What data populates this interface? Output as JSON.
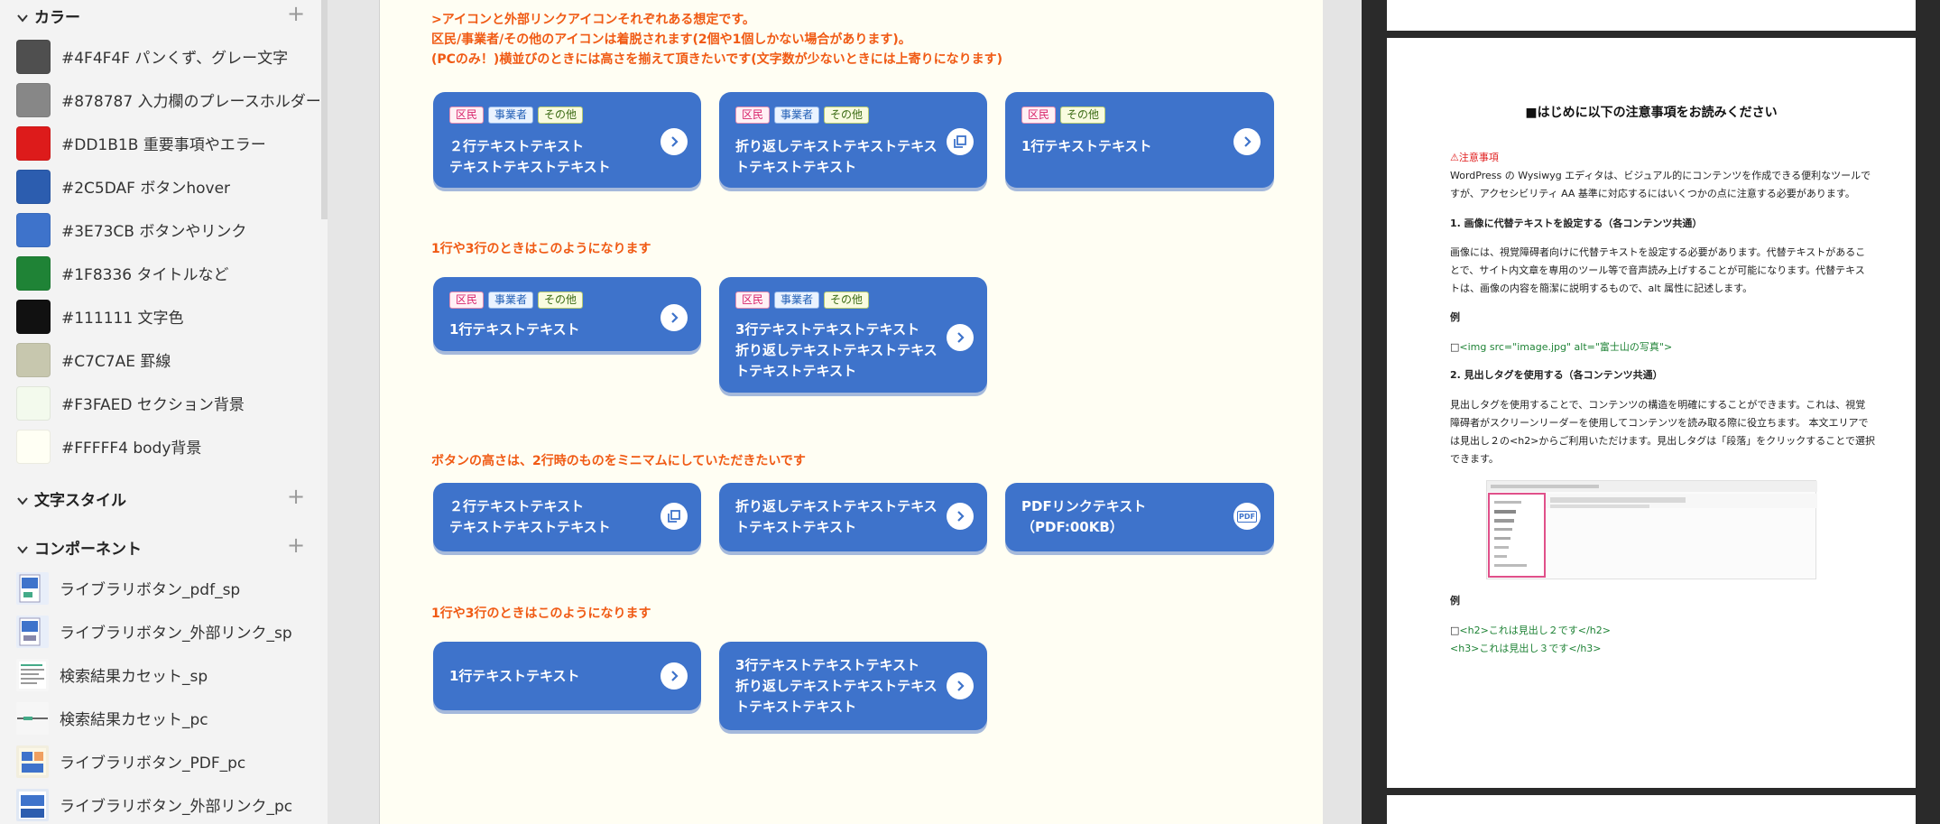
{
  "sidebar": {
    "color_section": {
      "label": "カラー"
    },
    "colors": [
      {
        "hex": "#4F4F4F",
        "label": "#4F4F4F パンくず、グレー文字"
      },
      {
        "hex": "#878787",
        "label": "#878787 入力欄のプレースホルダー"
      },
      {
        "hex": "#DD1B1B",
        "label": "#DD1B1B 重要事項やエラー"
      },
      {
        "hex": "#2C5DAF",
        "label": "#2C5DAF ボタンhover"
      },
      {
        "hex": "#3E73CB",
        "label": "#3E73CB ボタンやリンク"
      },
      {
        "hex": "#1F8336",
        "label": "#1F8336 タイトルなど"
      },
      {
        "hex": "#111111",
        "label": "#111111 文字色"
      },
      {
        "hex": "#C7C7AE",
        "label": "#C7C7AE 罫線"
      },
      {
        "hex": "#F3FAED",
        "label": "#F3FAED セクション背景"
      },
      {
        "hex": "#FFFFF4",
        "label": "#FFFFF4 body背景"
      }
    ],
    "text_style_section": {
      "label": "文字スタイル"
    },
    "component_section": {
      "label": "コンポーネント"
    },
    "components": [
      {
        "label": "ライブラリボタン_pdf_sp"
      },
      {
        "label": "ライブラリボタン_外部リンク_sp"
      },
      {
        "label": "検索結果カセット_sp"
      },
      {
        "label": "検索結果カセット_pc"
      },
      {
        "label": "ライブラリボタン_PDF_pc"
      },
      {
        "label": "ライブラリボタン_外部リンク_pc"
      }
    ]
  },
  "canvas": {
    "notes": {
      "n1": ">アイコンと外部リンクアイコンそれぞれある想定です。",
      "n2": "区民/事業者/その他のアイコンは着脱されます(2個や1個しかない場合があります)。",
      "n3": "(PCのみ！)横並びのときには高さを揃えて頂きたいです(文字数が少ないときには上寄りになります)",
      "n4": "1行や3行のときはこのようになります",
      "n5": "ボタンの高さは、2行時のものをミニマムにしていただきたいです",
      "n6": "1行や3行のときはこのようになります"
    },
    "tags": {
      "resident": "区民",
      "business": "事業者",
      "other": "その他"
    },
    "pdf_icon_label": "PDF",
    "buttons": [
      {
        "text": "２行テキストテキスト\nテキストテキストテキスト"
      },
      {
        "text": "折り返しテキストテキストテキス\nトテキストテキスト"
      },
      {
        "text": "1行テキストテキスト"
      },
      {
        "text": "1行テキストテキスト"
      },
      {
        "text": "3行テキストテキストテキスト\n折り返しテキストテキストテキス\nトテキストテキスト"
      },
      {
        "text": "２行テキストテキスト\nテキストテキストテキスト"
      },
      {
        "text": "折り返しテキストテキストテキス\nトテキストテキスト"
      },
      {
        "text": "PDFリンクテキスト\n（PDF:00KB）"
      },
      {
        "text": "1行テキストテキスト"
      },
      {
        "text": "3行テキストテキストテキスト\n折り返しテキストテキストテキス\nトテキストテキスト"
      }
    ]
  },
  "document": {
    "title": "■はじめに以下の注意事項をお読みください",
    "caution": "⚠注意事項",
    "p1": "WordPress の Wysiwyg エディタは、ビジュアル的にコンテンツを作成できる便利なツールで",
    "p1b": "すが、アクセシビリティ AA 基準に対応するにはいくつかの点に注意する必要があります。",
    "h1": "1. 画像に代替テキストを設定する（各コンテンツ共通）",
    "p2": "画像には、視覚障碍者向けに代替テキストを設定する必要があります。代替テキストがあるこ",
    "p2b": "とで、サイト内文章を専用のツール等で音声読み上げすることが可能になります。代替テキス",
    "p2c": "トは、画像の内容を簡潔に説明するもので、alt 属性に記述します。",
    "ex1": "例",
    "code1": "<img src=\"image.jpg\" alt=\"富士山の写真\">",
    "h2": "2. 見出しタグを使用する（各コンテンツ共通）",
    "p3": "見出しタグを使用することで、コンテンツの構造を明確にすることができます。これは、視覚",
    "p3b": "障碍者がスクリーンリーダーを使用してコンテンツを読み取る際に役立ちます。 本文エリアで",
    "p3c": "は見出し２の<h2>からご利用いただけます。見出しタグは「段落」をクリックすることで選択",
    "p3d": "できます。",
    "ex2": "例",
    "code2": "<h2>これは見出し２です</h2>",
    "code3": "<h3>これは見出し３です</h3>"
  }
}
